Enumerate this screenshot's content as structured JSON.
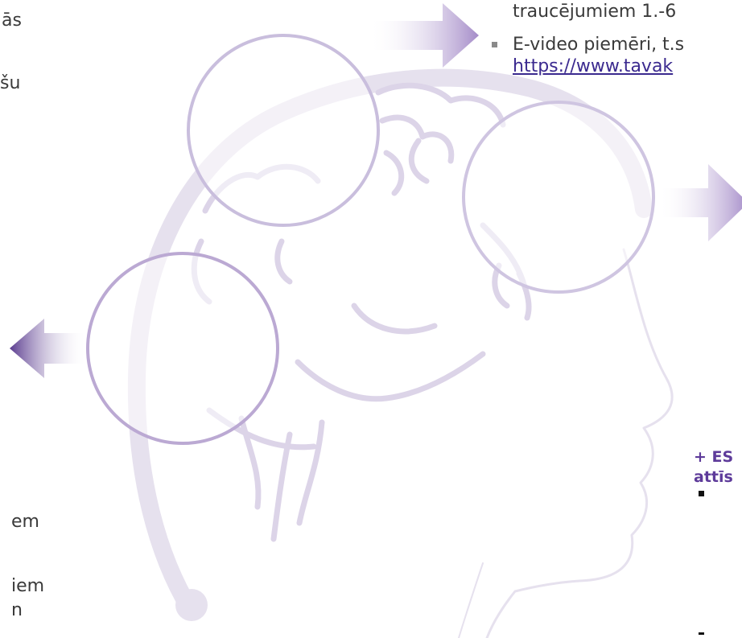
{
  "left_fragments": [
    "ās",
    "šu",
    "em",
    "iem",
    "n"
  ],
  "top_right": {
    "line1": "traucējumiem 1.-6",
    "line2": "E-video piemēri, t.s",
    "link": "https://www.tavak"
  },
  "right_block": {
    "line1": "+ ES",
    "line2": "attīs"
  },
  "colors": {
    "ring": "#c9bedd",
    "head": "#e6e1ee",
    "arrow": "#7a5ca8"
  }
}
